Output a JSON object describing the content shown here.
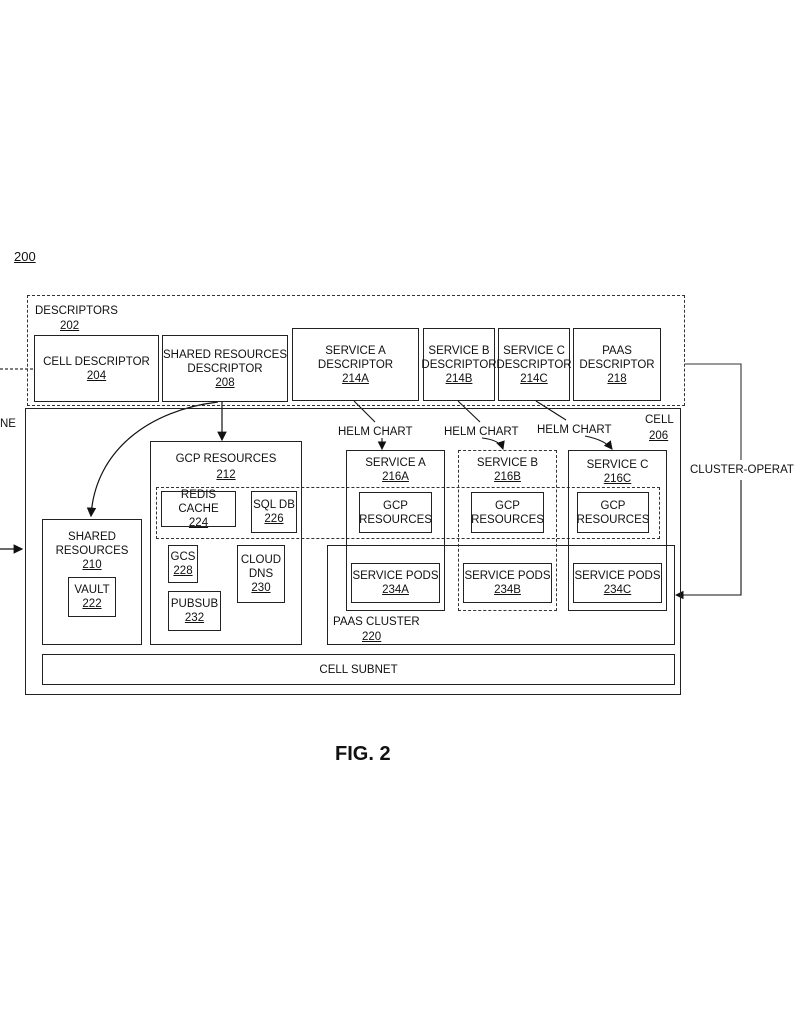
{
  "fig_ref": "200",
  "fig_caption": "FIG. 2",
  "left_edge_label": "NE",
  "right_label": "CLUSTER-OPERATOI",
  "descriptors": {
    "title": "DESCRIPTORS",
    "num": "202"
  },
  "cell_descriptor": {
    "title": "CELL DESCRIPTOR",
    "num": "204"
  },
  "shared_res_descriptor": {
    "line1": "SHARED RESOURCES",
    "line2": "DESCRIPTOR",
    "num": "208"
  },
  "service_a_descriptor": {
    "line1": "SERVICE A",
    "line2": "DESCRIPTOR",
    "num": "214A"
  },
  "service_b_descriptor": {
    "line1": "SERVICE B",
    "line2": "DESCRIPTOR",
    "num": "214B"
  },
  "service_c_descriptor": {
    "line1": "SERVICE C",
    "line2": "DESCRIPTOR",
    "num": "214C"
  },
  "paas_descriptor": {
    "line1": "PAAS",
    "line2": "DESCRIPTOR",
    "num": "218"
  },
  "cell": {
    "title": "CELL",
    "num": "206"
  },
  "helm_chart": "HELM CHART",
  "gcp_resources_main": {
    "title": "GCP RESOURCES",
    "num": "212"
  },
  "redis_cache": {
    "title": "REDIS CACHE",
    "num": "224"
  },
  "sql_db": {
    "title": "SQL DB",
    "num": "226"
  },
  "gcs": {
    "title": "GCS",
    "num": "228"
  },
  "cloud_dns": {
    "line1": "CLOUD",
    "line2": "DNS",
    "num": "230"
  },
  "pubsub": {
    "title": "PUBSUB",
    "num": "232"
  },
  "shared_resources": {
    "line1": "SHARED",
    "line2": "RESOURCES",
    "num": "210"
  },
  "vault": {
    "title": "VAULT",
    "num": "222"
  },
  "service_a": {
    "title": "SERVICE A",
    "num": "216A"
  },
  "service_b": {
    "title": "SERVICE B",
    "num": "216B"
  },
  "service_c": {
    "title": "SERVICE C",
    "num": "216C"
  },
  "gcp_resources_sub": {
    "line1": "GCP",
    "line2": "RESOURCES"
  },
  "service_pods_a": {
    "title": "SERVICE PODS",
    "num": "234A"
  },
  "service_pods_b": {
    "title": "SERVICE PODS",
    "num": "234B"
  },
  "service_pods_c": {
    "title": "SERVICE PODS",
    "num": "234C"
  },
  "paas_cluster": {
    "title": "PAAS CLUSTER",
    "num": "220"
  },
  "cell_subnet": "CELL SUBNET"
}
